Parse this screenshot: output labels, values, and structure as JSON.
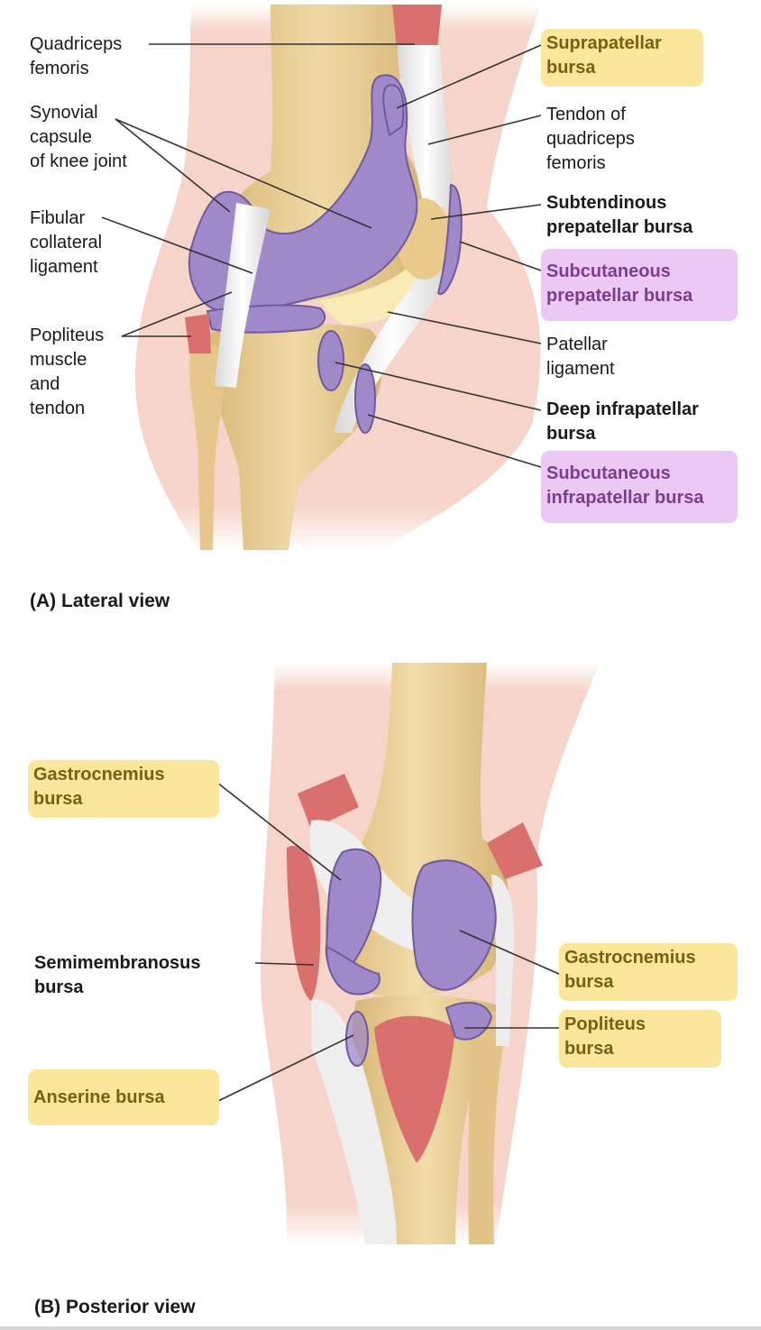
{
  "panel_a": {
    "caption": "(A) Lateral view",
    "labels": {
      "quadriceps": "Quadriceps\nfemoris",
      "synovial": "Synovial\ncapsule\nof knee joint",
      "fibular": "Fibular\ncollateral\nligament",
      "popliteus": "Popliteus\nmuscle\nand\ntendon",
      "suprapatellar": "Suprapatellar\nbursa",
      "tendon_quad": "Tendon of\nquadriceps\nfemoris",
      "subtendinous": "Subtendinous\nprepatellar bursa",
      "subcut_prepatellar": "Subcutaneous\nprepatellar bursa",
      "patellar_lig": "Patellar\nligament",
      "deep_infra": "Deep infrapatellar\nbursa",
      "subcut_infra": "Subcutaneous\ninfrapatellar bursa"
    }
  },
  "panel_b": {
    "caption": "(B) Posterior view",
    "labels": {
      "gastro_left": "Gastrocnemius\nbursa",
      "semimembranosus": "Semimembranosus\nbursa",
      "anserine": "Anserine bursa",
      "gastro_right": "Gastrocnemius\nbursa",
      "popliteus_bursa": "Popliteus\nbursa"
    }
  },
  "colors": {
    "skin": "#f6d4c9",
    "bone": "#ecd199",
    "bursa": "#a089c9",
    "ligament": "#ececec",
    "muscle": "#d9706d",
    "highlight_yellow": "#fbe79c",
    "highlight_purple": "#ecc9f5"
  }
}
